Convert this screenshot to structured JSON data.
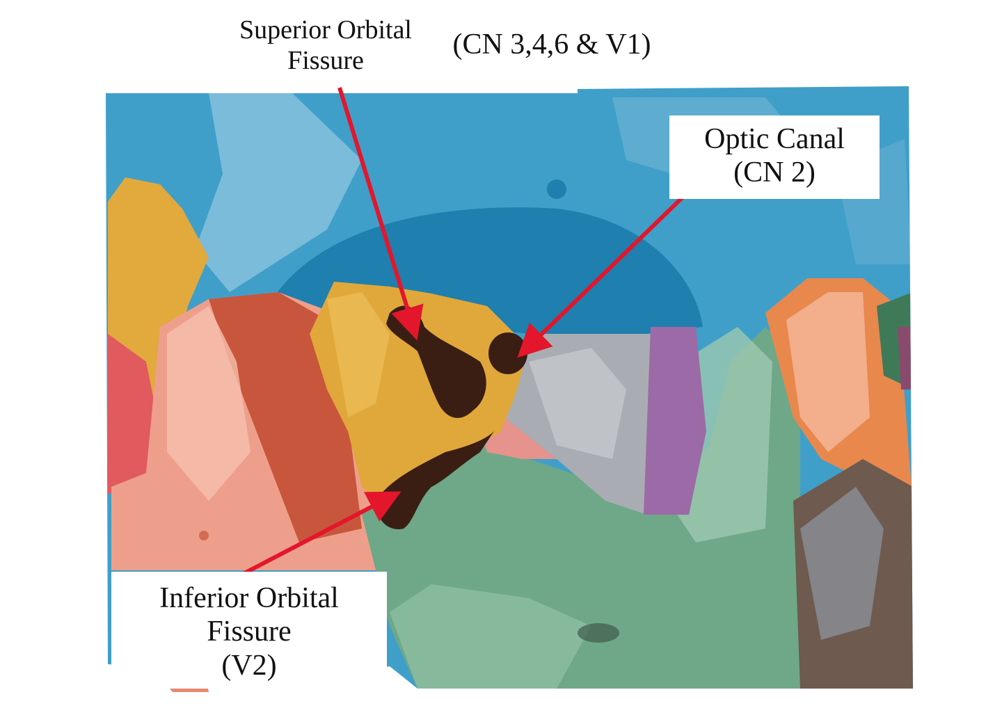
{
  "labels": {
    "superior_orbital_fissure": {
      "line1": "Superior Orbital",
      "line2": "Fissure"
    },
    "cranial_nerves": "(CN 3,4,6 & V1)",
    "optic_canal": {
      "line1": "Optic Canal",
      "line2": "(CN 2)"
    },
    "inferior_orbital_fissure": {
      "line1": "Inferior Orbital",
      "line2": "Fissure",
      "line3": "(V2)"
    }
  },
  "colors": {
    "frontal_blue": "#3f9fc9",
    "orbit_roof_blue": "#1f7fae",
    "sphenoid_yellow": "#e0a83a",
    "fissure_brown": "#3a1e14",
    "zygomatic_salmon": "#e89a86",
    "maxilla_green": "#6ea888",
    "ethmoid_gray": "#a9adb3",
    "lacrimal_purple": "#9c6aa6",
    "nasal_orange": "#e8884d",
    "arrow_red": "#e3162b"
  }
}
